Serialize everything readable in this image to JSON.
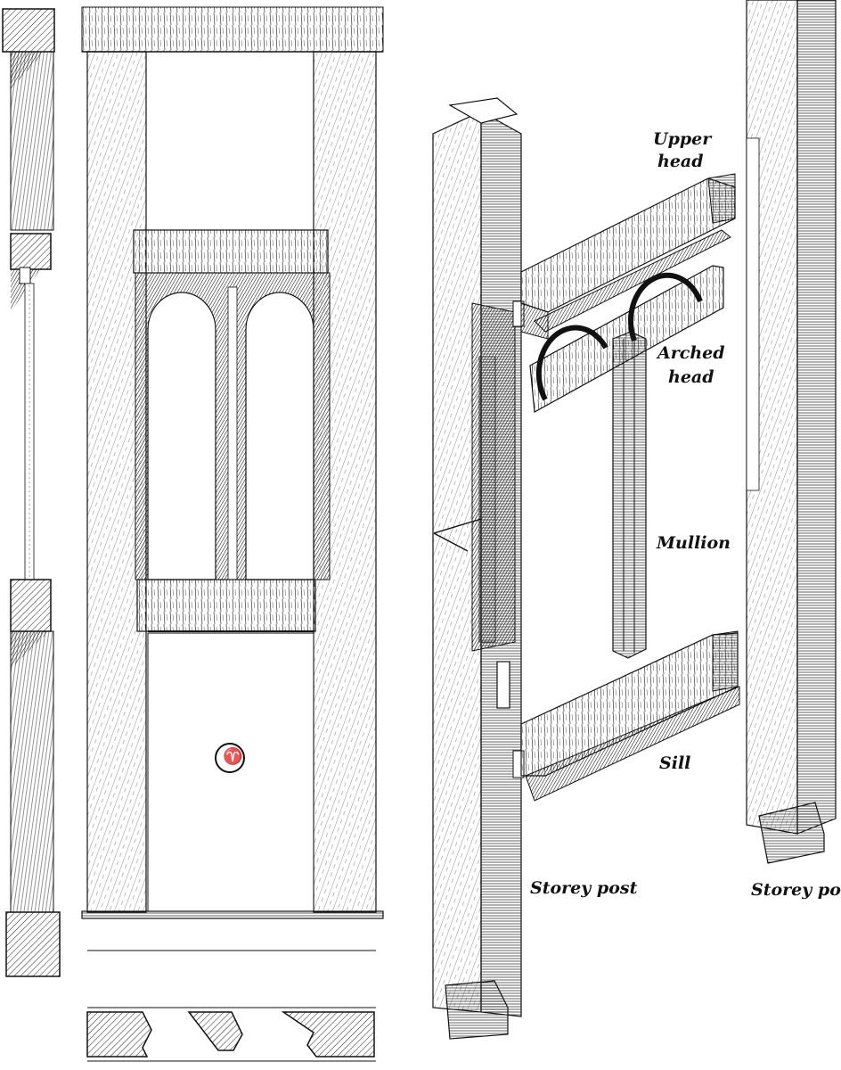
{
  "labels": {
    "upper_head_1": "Upper",
    "upper_head_2": "head",
    "arched_head_1": "Arched",
    "arched_head_2": "head",
    "mullion": "Mullion",
    "sill": "Sill",
    "storey_post_left": "Storey post",
    "storey_post_right": "Storey post",
    "symbol": "♈"
  },
  "colors": {
    "ink": "#111111",
    "paper": "#ffffff",
    "hatch": "#2a2a2a"
  }
}
